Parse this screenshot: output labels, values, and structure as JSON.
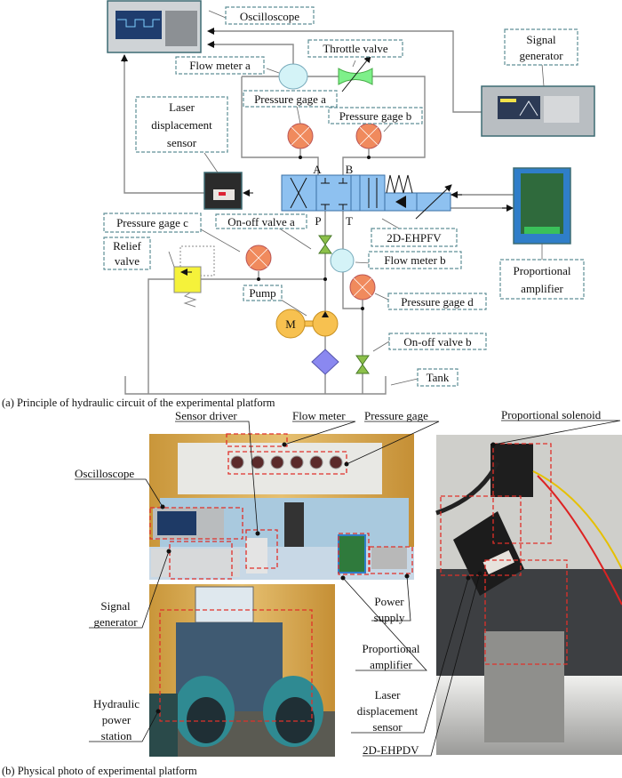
{
  "part_a": {
    "caption": "(a) Principle of hydraulic circuit of the experimental platform",
    "labels": {
      "oscilloscope": "Oscilloscope",
      "signal_generator": [
        "Signal",
        "generator"
      ],
      "throttle_valve": "Throttle valve",
      "flow_meter_a": "Flow meter a",
      "pressure_gage_a": "Pressure gage a",
      "pressure_gage_b": "Pressure gage b",
      "laser_sensor": [
        "Laser",
        "displacement",
        "sensor"
      ],
      "port_a": "A",
      "port_b": "B",
      "port_p": "P",
      "port_t": "T",
      "valve": "2D-EHPFV",
      "proportional_amplifier": [
        "Proportional",
        "amplifier"
      ],
      "pressure_gage_c": "Pressure gage c",
      "relief_valve": [
        "Relief",
        "valve"
      ],
      "on_off_valve_a": "On-off valve a",
      "flow_meter_b": "Flow meter b",
      "pressure_gage_d": "Pressure gage d",
      "pump": "Pump",
      "motor": "M",
      "on_off_valve_b": "On-off valve b",
      "tank": "Tank"
    },
    "colors": {
      "valve_body": "#8ec1f0",
      "gauge": "#f08a5d",
      "flow_meter": "#d4f3f7",
      "throttle": "#7ef08a",
      "relief": "#f5f23a",
      "motor": "#f7c150",
      "filter": "#8a88f0",
      "label_border": "#5f8f97"
    }
  },
  "part_b": {
    "caption": "(b) Physical photo of experimental platform",
    "labels": {
      "sensor_driver": "Sensor driver",
      "flow_meter": "Flow meter",
      "pressure_gage": "Pressure gage",
      "proportional_solenoid": "Proportional solenoid",
      "oscilloscope": "Oscilloscope",
      "signal_generator": [
        "Signal",
        "generator"
      ],
      "hydraulic_power_station": [
        "Hydraulic",
        "power",
        "station"
      ],
      "power_supply": [
        "Power",
        "supply"
      ],
      "proportional_amplifier": [
        "Proportional",
        "amplifier"
      ],
      "laser_sensor": [
        "Laser",
        "displacement",
        "sensor"
      ],
      "valve": "2D-EHPDV"
    },
    "colors": {
      "highlight": "#e0302a"
    }
  }
}
